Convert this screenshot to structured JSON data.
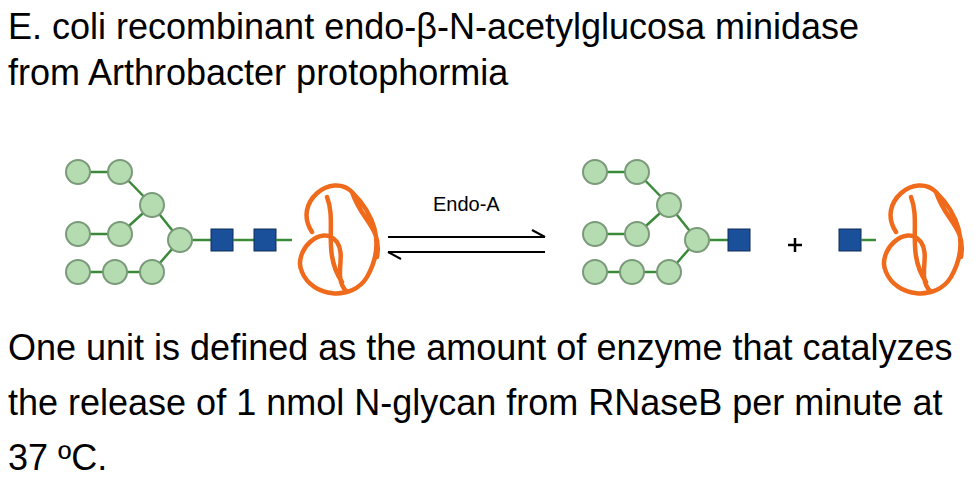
{
  "diagram": {
    "title": "E. coli recombinant endo-β-N-acetylglucosa minidase from Arthrobacter protophormia",
    "caption": "One unit is defined as the amount of enzyme that catalyzes the release of 1 nmol N-glycan from RNaseB per minute at 37 ºC.",
    "labels": [
      "Endo-A"
    ]
  }
}
